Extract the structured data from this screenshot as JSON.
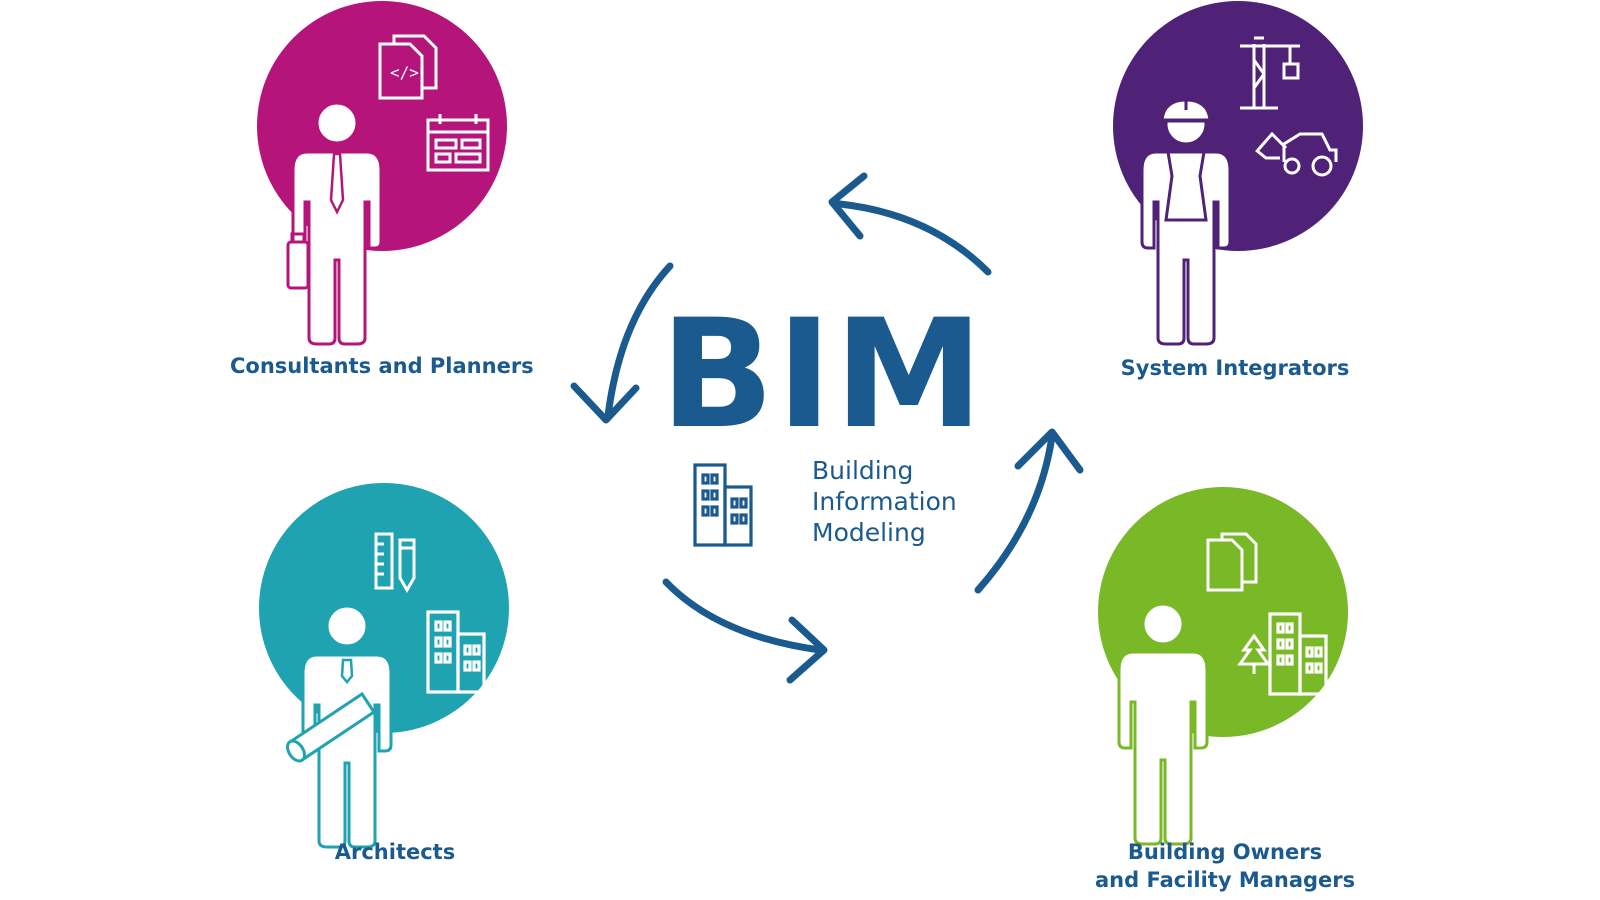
{
  "colors": {
    "brand": "#1b5a8f",
    "consultants": "#b5157a",
    "integrators": "#4f2278",
    "architects": "#1fa3b1",
    "owners": "#79b928",
    "white": "#ffffff"
  },
  "center": {
    "title": "BIM",
    "subtitle_lines": [
      "Building",
      "Information",
      "Modeling"
    ],
    "icon": "buildings-icon"
  },
  "roles": [
    {
      "label": "Consultants and Planners",
      "icons": [
        "documents-code-icon",
        "calendar-icon",
        "person-with-tie-icon",
        "briefcase-icon"
      ]
    },
    {
      "label": "System Integrators",
      "icons": [
        "crane-icon",
        "loader-vehicle-icon",
        "construction-worker-icon",
        "hard-hat-icon"
      ]
    },
    {
      "label": "Architects",
      "icons": [
        "ruler-icon",
        "pencil-icon",
        "buildings-icon",
        "person-with-plans-icon"
      ]
    },
    {
      "label": "Building Owners and Facility Managers",
      "label_lines": [
        "Building Owners",
        "and Facility Managers"
      ],
      "icons": [
        "documents-icon",
        "tree-icon",
        "buildings-icon",
        "person-icon"
      ]
    }
  ],
  "cycle_arrows": [
    "arrow-to-consultants",
    "arrow-to-architects",
    "arrow-to-owners",
    "arrow-to-integrators"
  ]
}
